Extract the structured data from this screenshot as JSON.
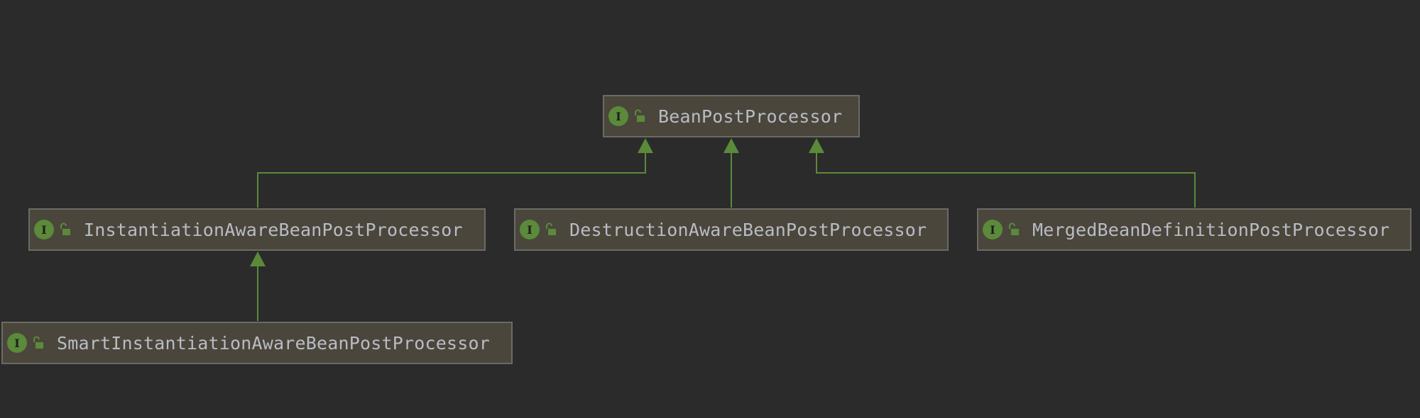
{
  "diagram": {
    "nodes": {
      "root": {
        "label": "BeanPostProcessor",
        "kind_badge": "I",
        "icon": "unlocked-padlock-icon"
      },
      "instantiation_aware": {
        "label": "InstantiationAwareBeanPostProcessor",
        "kind_badge": "I",
        "icon": "unlocked-padlock-icon"
      },
      "destruction_aware": {
        "label": "DestructionAwareBeanPostProcessor",
        "kind_badge": "I",
        "icon": "unlocked-padlock-icon"
      },
      "merged_bean_definition": {
        "label": "MergedBeanDefinitionPostProcessor",
        "kind_badge": "I",
        "icon": "unlocked-padlock-icon"
      },
      "smart_instantiation_aware": {
        "label": "SmartInstantiationAwareBeanPostProcessor",
        "kind_badge": "I",
        "icon": "unlocked-padlock-icon"
      }
    },
    "edges": [
      {
        "from": "InstantiationAwareBeanPostProcessor",
        "to": "BeanPostProcessor",
        "relation": "extends"
      },
      {
        "from": "DestructionAwareBeanPostProcessor",
        "to": "BeanPostProcessor",
        "relation": "extends"
      },
      {
        "from": "MergedBeanDefinitionPostProcessor",
        "to": "BeanPostProcessor",
        "relation": "extends"
      },
      {
        "from": "SmartInstantiationAwareBeanPostProcessor",
        "to": "InstantiationAwareBeanPostProcessor",
        "relation": "extends"
      }
    ],
    "colors": {
      "background": "#2b2b2b",
      "node_fill": "#4a463c",
      "node_border": "#6b6b66",
      "edge": "#5b8a3a",
      "text": "#b9bcc4"
    }
  }
}
